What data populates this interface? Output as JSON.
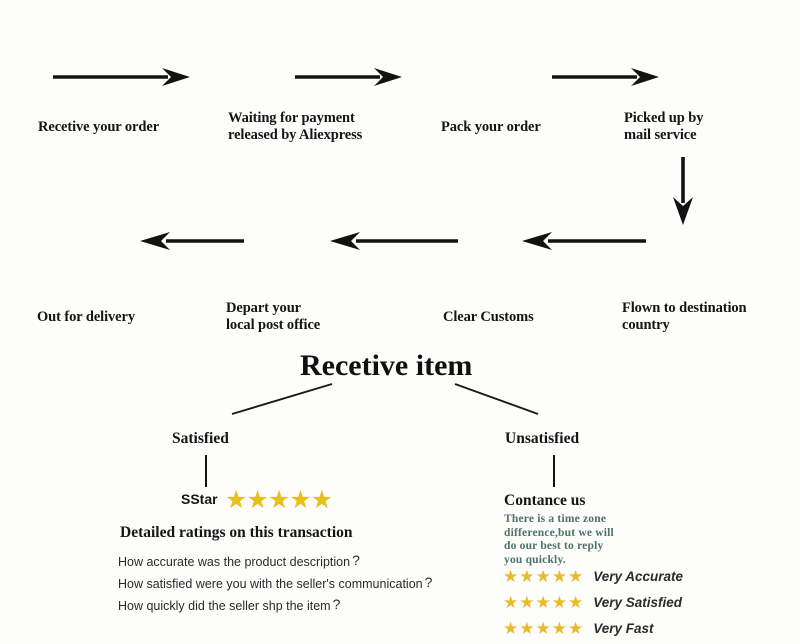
{
  "diagram": {
    "title": "Recetive item",
    "flow_steps": [
      {
        "id": "receive-order",
        "label": "Recetive your order"
      },
      {
        "id": "waiting-payment",
        "label": "Waiting for payment\nreleased by Aliexpress"
      },
      {
        "id": "pack-order",
        "label": "Pack your order"
      },
      {
        "id": "picked-up",
        "label": "Picked up by\nmail service"
      },
      {
        "id": "flown-destination",
        "label": "Flown to destination\ncountry"
      },
      {
        "id": "clear-customs",
        "label": "Clear Customs"
      },
      {
        "id": "depart-post-office",
        "label": "Depart your\nlocal post office"
      },
      {
        "id": "out-for-delivery",
        "label": "Out for delivery"
      }
    ],
    "branches": {
      "satisfied": {
        "label": "Satisfied",
        "star_word": "SStar",
        "stars": "★★★★★",
        "star_count": 5,
        "detailed_heading": "Detailed ratings on this transaction",
        "questions": [
          "How accurate was the product description",
          "How satisfied were you with the seller's communication",
          "How quickly did the seller shp the item"
        ],
        "question_mark": "?"
      },
      "unsatisfied": {
        "label": "Unsatisfied",
        "contact_heading": "Contance us",
        "contact_note": "There is a time zone\ndifference,but we will\ndo  our best to reply\nyou quickly.",
        "ratings": [
          {
            "stars": "★★★★★",
            "star_count": 5,
            "text": "Very Accurate"
          },
          {
            "stars": "★★★★★",
            "star_count": 5,
            "text": "Very Satisfied"
          },
          {
            "stars": "★★★★★",
            "star_count": 5,
            "text": "Very Fast"
          }
        ]
      }
    },
    "colors": {
      "background": "#fdfdfc",
      "ink": "#151515",
      "star_gold_large": "#e7c01d",
      "star_gold_small": "#e8ba2c",
      "contact_note_teal": "#4d7268"
    }
  }
}
